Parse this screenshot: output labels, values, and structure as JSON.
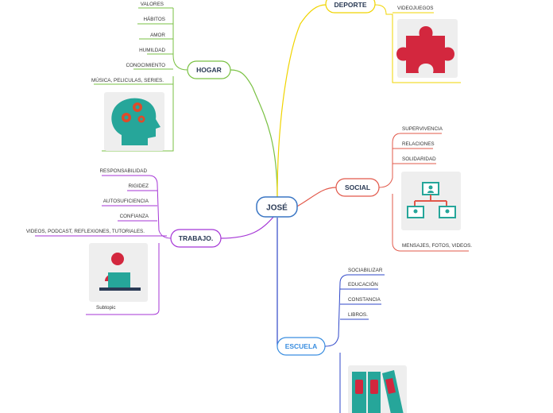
{
  "central": "JOSÉ",
  "colors": {
    "hogar": "#7ac143",
    "deporte": "#f0d400",
    "social": "#e2584a",
    "trabajo": "#a536d6",
    "escuela": "#2f47c9",
    "central_border": "#3a76c4"
  },
  "branches": {
    "hogar": {
      "title": "HOGAR",
      "items": [
        "VALORES",
        "HÁBITOS",
        "AMOR",
        "HUMILDAD",
        "CONOCIMIENTO",
        "MÚSICA, PELICULAS, SERIES."
      ],
      "icon": "head-gears-icon"
    },
    "deporte": {
      "title": "DEPORTE",
      "items": [
        "VIDEOJUEGOS"
      ],
      "icon": "puzzle-piece-icon"
    },
    "social": {
      "title": "SOCIAL",
      "items": [
        "SUPERVIVENCIA",
        "RELACIONES",
        "SOLIDARIDAD",
        "MENSAJES, FOTOS, VIDEOS."
      ],
      "icon": "org-chart-icon"
    },
    "trabajo": {
      "title": "TRABAJO.",
      "items": [
        "RESPONSABILIDAD",
        "RIGIDEZ",
        "AUTOSUFICIENCIA",
        "CONFIANZA",
        "VIDEOS, PODCAST, REFLEXIONES, TUTORIALES."
      ],
      "icon": "person-at-computer-icon",
      "caption": "Subtopic"
    },
    "escuela": {
      "title": "ESCUELA",
      "items": [
        "SOCIABILIZAR",
        "EDUCACIÓN",
        "CONSTANCIA",
        "LIBROS."
      ],
      "icon": "binders-icon"
    }
  }
}
